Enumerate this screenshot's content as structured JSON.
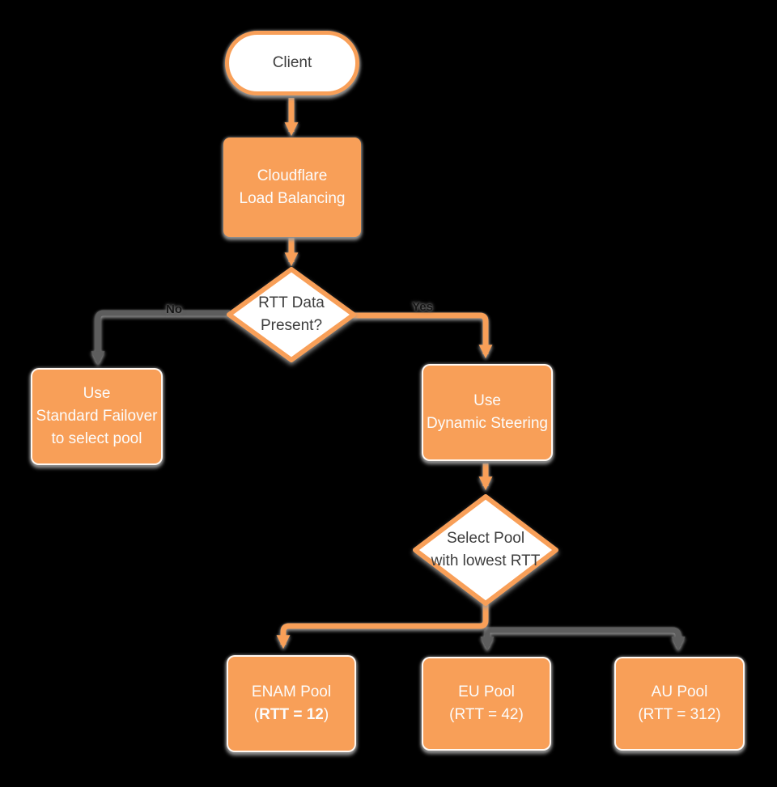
{
  "colors": {
    "bg": "#000000",
    "orange": "#F89F58",
    "white-shape": "#FFFFFF",
    "dark-text": "#3E3E3E",
    "light-text": "#FCFCFC",
    "gray-line": "#5D5D5D",
    "shadow": "#9A9A9A",
    "edge-label": "#161616"
  },
  "nodes": {
    "client": {
      "label": "Client"
    },
    "load_balancer": {
      "lines": [
        "Cloudflare",
        "Load Balancing"
      ]
    },
    "rtt_decision": {
      "lines": [
        "RTT Data",
        "Present?"
      ]
    },
    "standard_failover": {
      "lines": [
        "Use",
        "Standard Failover",
        "to select pool"
      ]
    },
    "dynamic_steering": {
      "lines": [
        "Use",
        "Dynamic Steering"
      ]
    },
    "pool_decision": {
      "lines": [
        "Select Pool",
        "with lowest RTT"
      ]
    },
    "enam_pool": {
      "line1": "ENAM Pool",
      "line2_prefix": "(",
      "line2_bold": "RTT = 12",
      "line2_suffix": ")"
    },
    "eu_pool": {
      "lines": [
        "EU Pool",
        "(RTT = 42)"
      ]
    },
    "au_pool": {
      "lines": [
        "AU Pool",
        "(RTT = 312)"
      ]
    }
  },
  "edges": {
    "no_label": "No",
    "yes_label": "Yes"
  }
}
